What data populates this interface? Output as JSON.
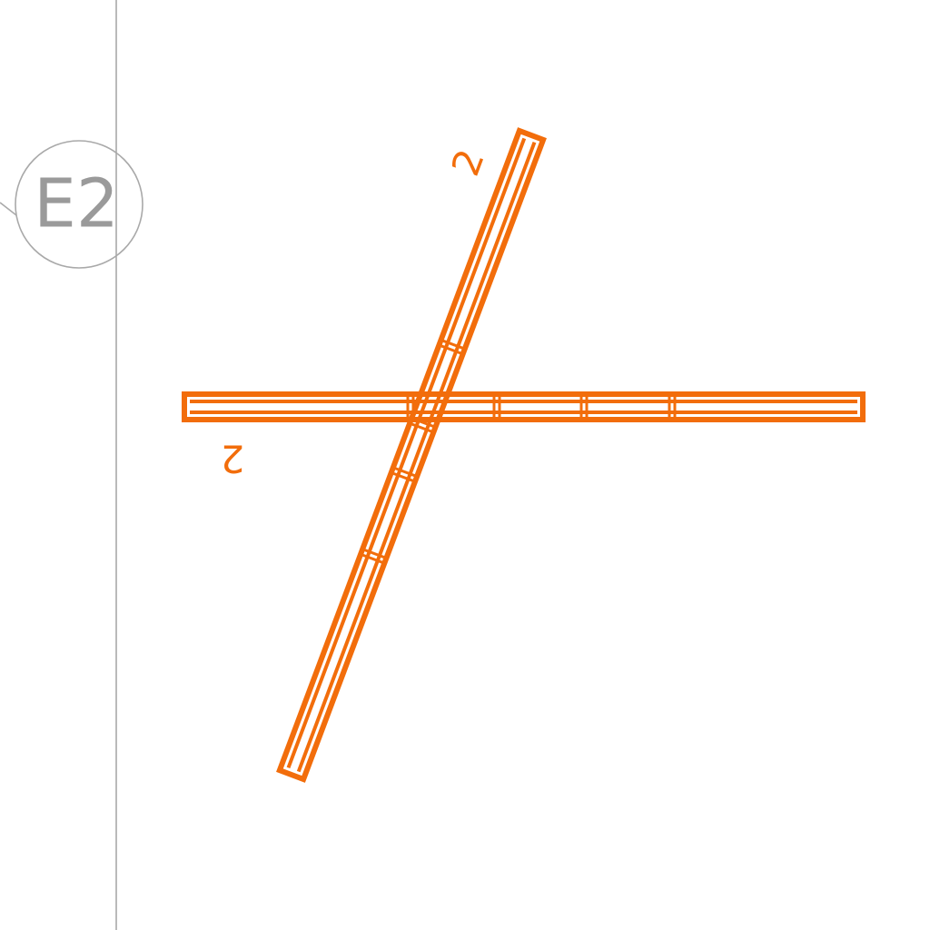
{
  "colors": {
    "background": "#ffffff",
    "grid_line": "#a9a9a9",
    "grid_bubble": "#a9a9a9",
    "grid_text": "#9a9a9a",
    "member": "#f26d0b"
  },
  "grid": {
    "label": "E2"
  },
  "members": [
    {
      "label": "2"
    },
    {
      "label": "2"
    }
  ]
}
